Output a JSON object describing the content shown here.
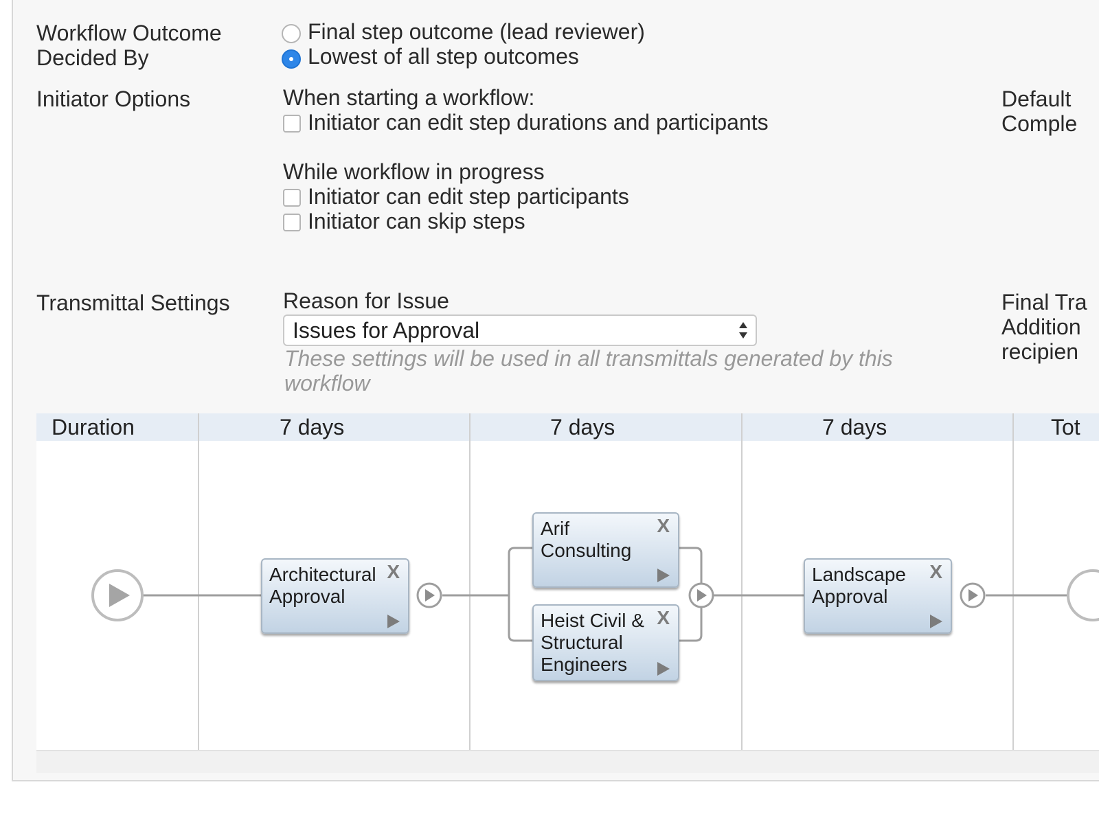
{
  "workflow_outcome": {
    "label_line1": "Workflow Outcome",
    "label_line2": "Decided By",
    "options": [
      {
        "label": "Final step outcome (lead reviewer)",
        "selected": false
      },
      {
        "label": "Lowest of all step outcomes",
        "selected": true
      }
    ]
  },
  "initiator": {
    "label": "Initiator Options",
    "starting_heading": "When starting a workflow:",
    "edit_durations_label": "Initiator can edit step durations and participants",
    "progress_heading": "While workflow in progress",
    "edit_participants_label": "Initiator can edit step participants",
    "skip_steps_label": "Initiator can skip steps"
  },
  "right_column": {
    "default_line1": "Default",
    "default_line2": "Comple",
    "final_line1": "Final Tra",
    "final_line2": "Addition",
    "final_line3": "recipien"
  },
  "transmittal": {
    "label": "Transmittal Settings",
    "reason_label": "Reason for Issue",
    "reason_value": "Issues for Approval",
    "hint_line1": "These settings will be used in all transmittals generated by this",
    "hint_line2": "workflow"
  },
  "grid": {
    "duration_label": "Duration",
    "columns": [
      "7 days",
      "7 days",
      "7 days"
    ],
    "total_label": "Tot",
    "steps": {
      "architectural": {
        "line1": "Architectural",
        "line2": "Approval",
        "close": "X"
      },
      "arif": {
        "line1": "Arif",
        "line2": "Consulting",
        "close": "X"
      },
      "heist": {
        "line1": "Heist Civil &",
        "line2": "Structural",
        "line3": "Engineers",
        "close": "X"
      },
      "landscape": {
        "line1": "Landscape",
        "line2": "Approval",
        "close": "X"
      }
    }
  },
  "colors": {
    "accent": "#2e86e8",
    "grid_header": "#e6edf5",
    "step_fill": "#c2d3e4",
    "connector": "#9e9e9e"
  },
  "icons": [
    "start-play-icon",
    "step-play-icon",
    "close-icon",
    "end-circle-icon"
  ]
}
